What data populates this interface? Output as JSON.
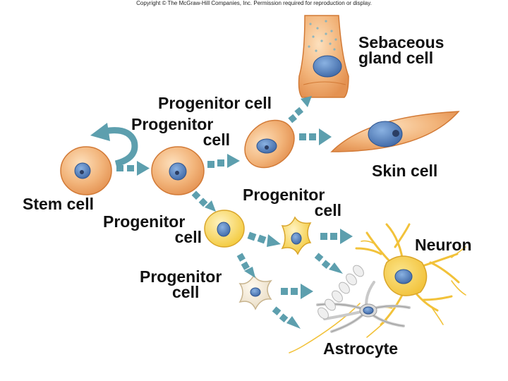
{
  "copyright": "Copyright © The McGraw-Hill Companies, Inc. Permission required for reproduction or display.",
  "labels": {
    "sebaceous": [
      "Sebaceous",
      "gland cell"
    ],
    "progenitor_top": "Progenitor cell",
    "progenitor_upper": [
      "Progenitor",
      "cell"
    ],
    "skin_cell": "Skin cell",
    "stem_cell": "Stem cell",
    "progenitor_mid_right": [
      "Progenitor",
      "cell"
    ],
    "progenitor_mid_left": [
      "Progenitor",
      "cell"
    ],
    "neuron": "Neuron",
    "progenitor_bottom": [
      "Progenitor",
      "cell"
    ],
    "astrocyte": "Astrocyte"
  },
  "colors": {
    "arrow": "#5d9fae",
    "cell_fill": "#f2b47a",
    "cell_edge": "#d27a36",
    "nucleus": "#4c78b8",
    "neuron_fill": "#f5cf47",
    "astrocyte_fill": "#dcdcdc"
  }
}
